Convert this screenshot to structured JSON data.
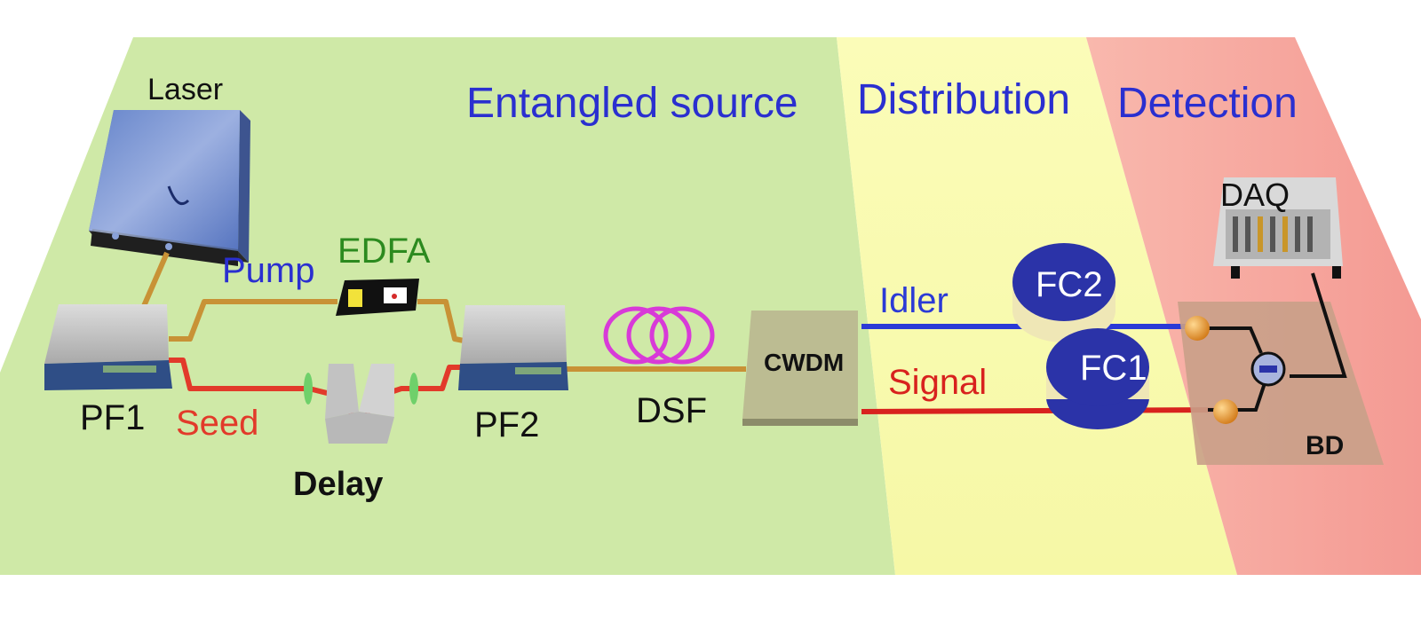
{
  "colors": {
    "source_region": "#cde9a6",
    "distribution_region": "#fafab2",
    "detection_region": "#f7a7a0",
    "title_blue": "#2a2fd0",
    "pump_fiber": "#c89236",
    "seed_fiber": "#e23a2a",
    "idler_fiber": "#2b3ad6",
    "signal_fiber": "#d8221e",
    "dsf_coil": "#d83ad8",
    "edfa_label": "#2c8a1f",
    "spool_blue": "#2b33a8",
    "spool_fiber": "#efe7b6",
    "detector": "#e69a2c"
  },
  "regions": {
    "source": "Entangled source",
    "distribution": "Distribution",
    "detection": "Detection"
  },
  "devices": {
    "laser": "Laser",
    "edfa": "EDFA",
    "pf1": "PF1",
    "pf2": "PF2",
    "delay": "Delay",
    "dsf": "DSF",
    "cwdm": "CWDM",
    "fc1": "FC1",
    "fc2": "FC2",
    "daq": "DAQ",
    "bd": "BD"
  },
  "beams": {
    "pump": "Pump",
    "seed": "Seed",
    "idler": "Idler",
    "signal": "Signal"
  }
}
